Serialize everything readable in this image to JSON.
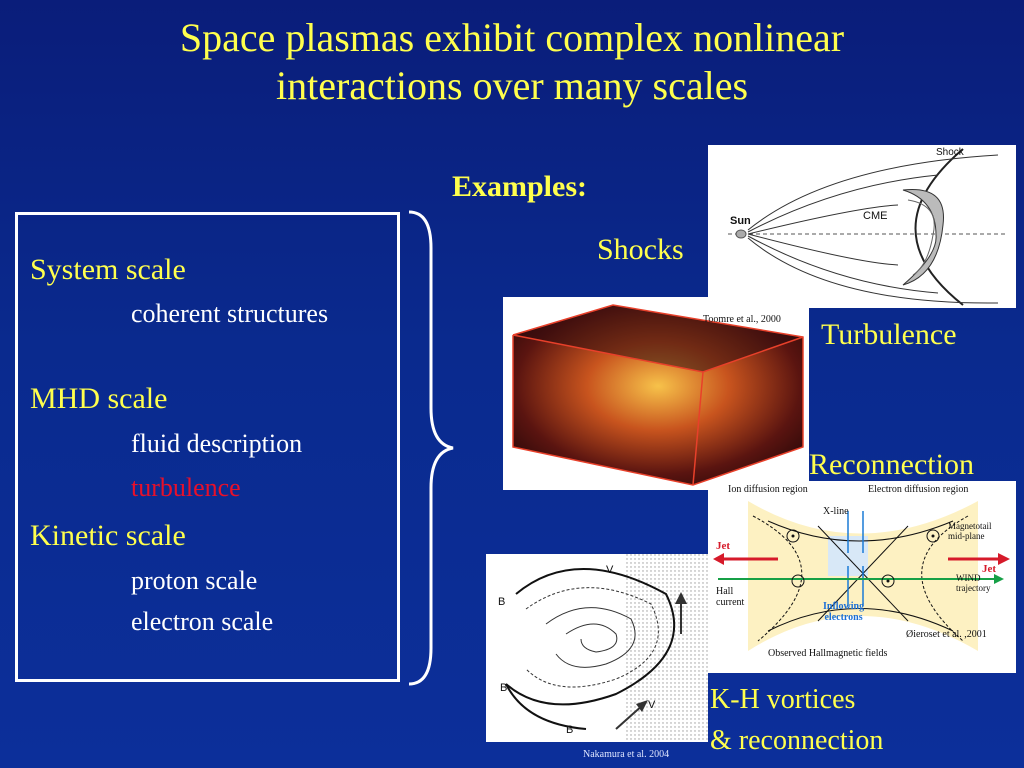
{
  "title": {
    "line1": "Space plasmas exhibit complex nonlinear",
    "line2": "interactions over many scales"
  },
  "examples_heading": "Examples:",
  "scales": {
    "system": {
      "label": "System scale",
      "items": [
        "coherent structures"
      ]
    },
    "mhd": {
      "label": "MHD scale",
      "items": [
        "fluid description",
        "turbulence"
      ]
    },
    "kinetic": {
      "label": "Kinetic scale",
      "items": [
        "proton scale",
        "electron scale"
      ]
    }
  },
  "examples": {
    "shocks": "Shocks",
    "turbulence": "Turbulence",
    "reconnection": "Reconnection",
    "kh_line1": "K-H vortices",
    "kh_line2": "& reconnection"
  },
  "citations": {
    "shock": "Toomre et al., 2000",
    "reconnection": "Øieroset et al. ,2001",
    "kh": "Nakamura et al. 2004"
  },
  "shock_figure": {
    "shock": "Shock",
    "sun": "Sun",
    "cme": "CME"
  },
  "reconnection_figure": {
    "ion_region": "Ion diffusion region",
    "electron_region": "Electron diffusion region",
    "xline": "X-line",
    "magnetotail1": "Magnetotail",
    "magnetotail2": "mid-plane",
    "jet_left": "Jet",
    "jet_right": "Jet",
    "hall1": "Hall",
    "hall2": "current",
    "inflow1": "Inflowing",
    "inflow2": "electrons",
    "wind1": "WIND",
    "wind2": "trajectory",
    "observed": "Observed Hallmagnetic fields"
  },
  "kh_figure": {
    "b": "B",
    "v": "V"
  },
  "colors": {
    "title": "#ffff4d",
    "accent_red": "#e8102a",
    "background": "#0a2a8e"
  }
}
